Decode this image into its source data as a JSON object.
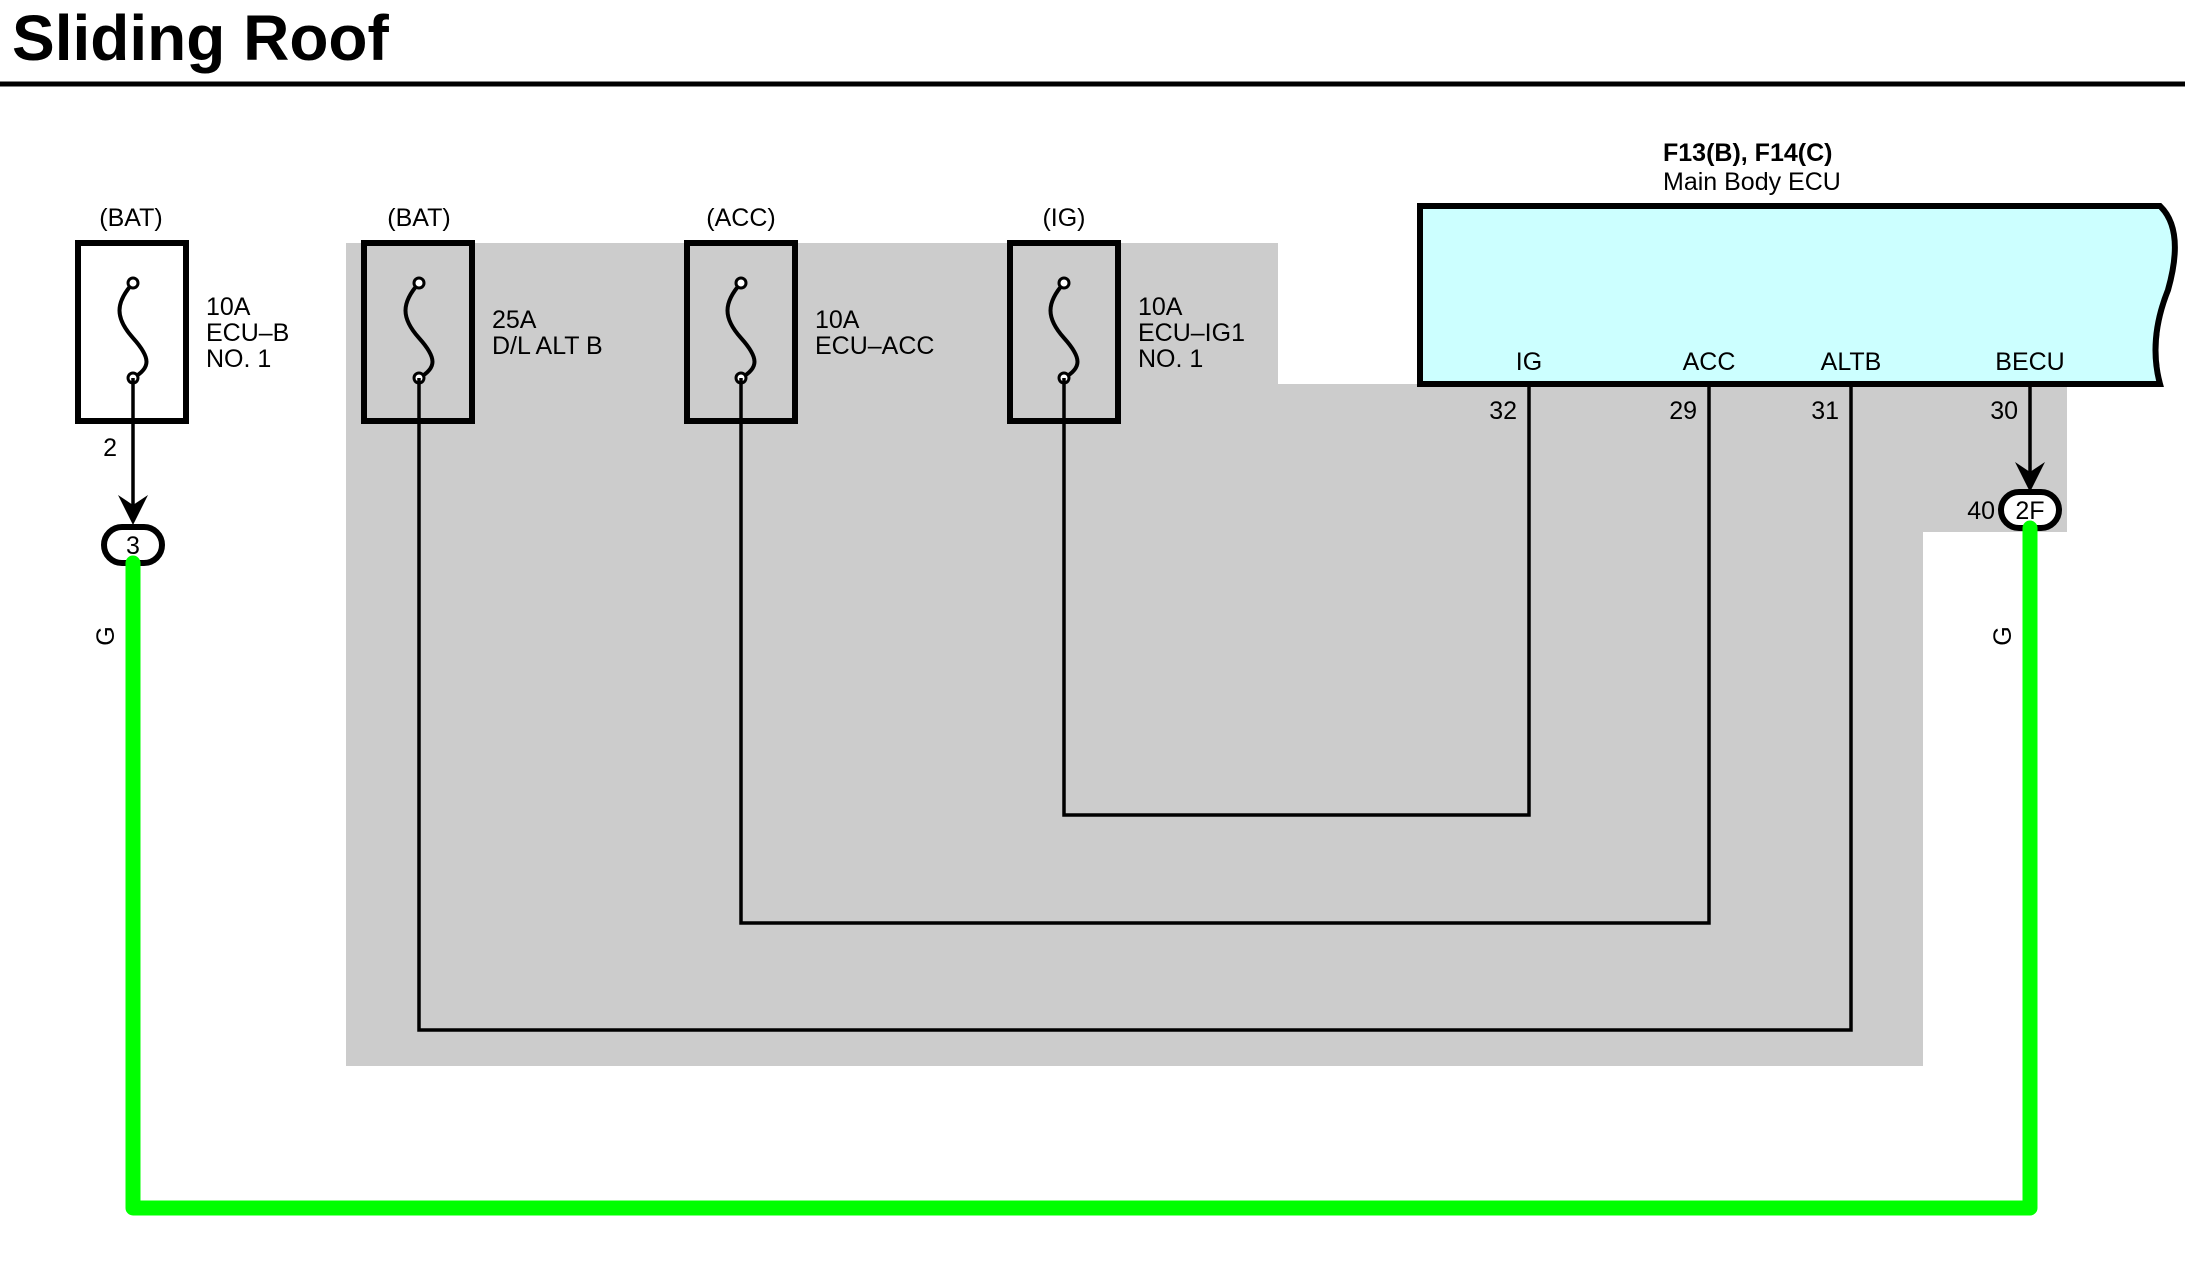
{
  "title": "Sliding Roof",
  "colors": {
    "shaded_area": "#cccccc",
    "ecu_fill": "#ccffff",
    "single_fuse_fill": "#ccffff",
    "wire_color_g": "#00ff00",
    "line": "#000000"
  },
  "fuses": [
    {
      "source": "(BAT)",
      "rating": "10A",
      "name_line1": "ECU–B",
      "name_line2": "NO. 1",
      "pin": "2",
      "connector": "3"
    },
    {
      "source": "(BAT)",
      "rating": "25A",
      "name_line1": "D/L ALT B",
      "name_line2": ""
    },
    {
      "source": "(ACC)",
      "rating": "10A",
      "name_line1": "ECU–ACC",
      "name_line2": ""
    },
    {
      "source": "(IG)",
      "rating": "10A",
      "name_line1": "ECU–IG1",
      "name_line2": "NO. 1"
    }
  ],
  "ecu": {
    "connectors": "F13(B), F14(C)",
    "name": "Main Body ECU",
    "terminals": [
      {
        "label": "IG",
        "pin": "32"
      },
      {
        "label": "ACC",
        "pin": "29"
      },
      {
        "label": "ALTB",
        "pin": "31"
      },
      {
        "label": "BECU",
        "pin": "30"
      }
    ],
    "output_connector": "2F",
    "output_pin": "40"
  },
  "wire_color_labels": {
    "left": "G",
    "right": "G"
  }
}
